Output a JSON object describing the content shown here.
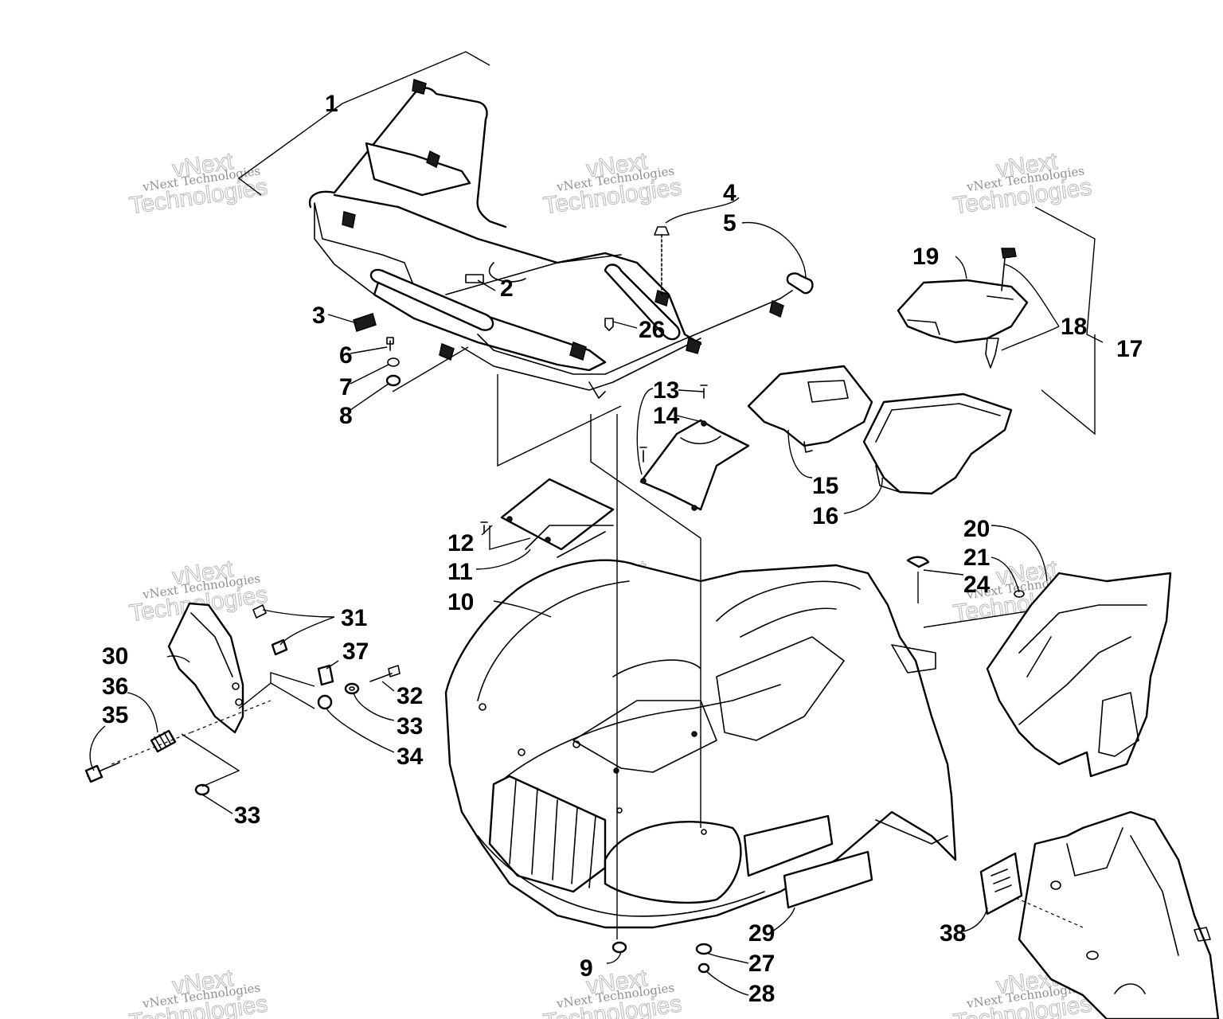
{
  "watermark": {
    "line_small": "vNext Technologies",
    "line_top": "vNext",
    "line_bottom": "Technologies"
  },
  "callouts": [
    "1",
    "2",
    "3",
    "4",
    "5",
    "6",
    "7",
    "8",
    "9",
    "10",
    "11",
    "12",
    "13",
    "14",
    "15",
    "16",
    "17",
    "18",
    "19",
    "20",
    "21",
    "24",
    "26",
    "27",
    "28",
    "29",
    "30",
    "31",
    "32",
    "33",
    "33",
    "34",
    "35",
    "36",
    "37",
    "38"
  ]
}
